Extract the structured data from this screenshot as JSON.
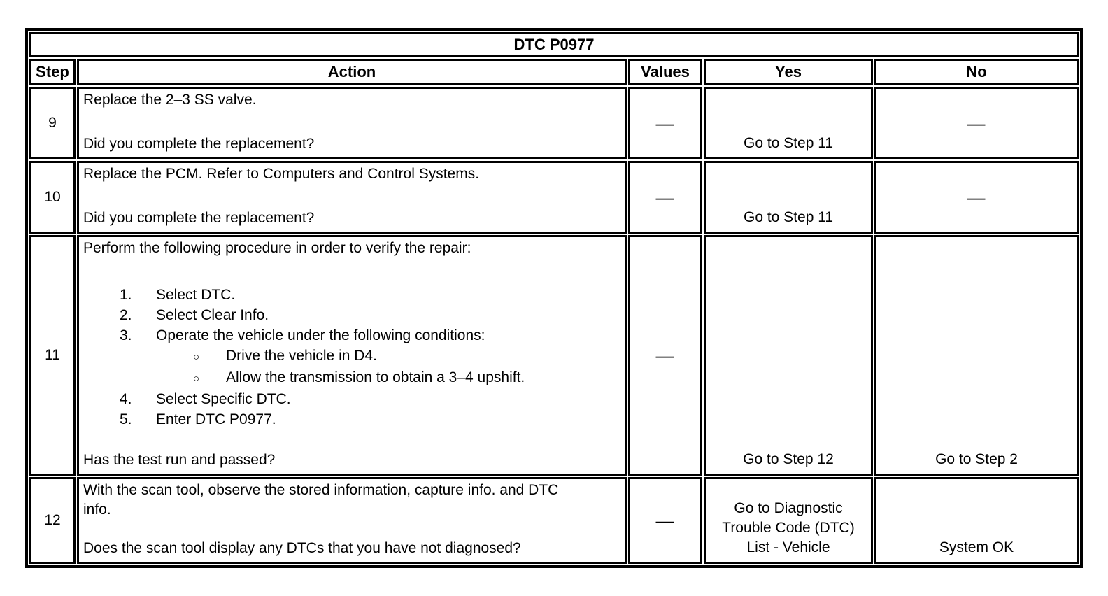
{
  "table": {
    "title": "DTC P0977",
    "columns": [
      "Step",
      "Action",
      "Values",
      "Yes",
      "No"
    ],
    "dash": "—",
    "rows": [
      {
        "step": "9",
        "action_main": "Replace the 2–3 SS valve.",
        "action_question": "Did you complete the replacement?",
        "values": "—",
        "yes": "Go to Step 11",
        "no": "—"
      },
      {
        "step": "10",
        "action_main": "Replace the PCM. Refer to Computers and Control Systems.",
        "action_question": "Did you complete the replacement?",
        "values": "—",
        "yes": "Go to Step 11",
        "no": "—"
      },
      {
        "step": "11",
        "action_main": "Perform the following procedure in order to verify the repair:",
        "action_list": [
          {
            "marker": "1.",
            "text": "Select DTC."
          },
          {
            "marker": "2.",
            "text": "Select Clear Info."
          },
          {
            "marker": "3.",
            "text": "Operate the vehicle under the following conditions:"
          },
          {
            "marker": "○",
            "text": "Drive the vehicle in D4.",
            "sub": true
          },
          {
            "marker": "○",
            "text": "Allow the transmission to obtain a 3–4 upshift.",
            "sub": true
          },
          {
            "marker": "4.",
            "text": "Select Specific DTC."
          },
          {
            "marker": "5.",
            "text": "Enter DTC P0977."
          }
        ],
        "action_question": "Has the test run and passed?",
        "values": "—",
        "yes": "Go to Step 12",
        "no": "Go to Step 2"
      },
      {
        "step": "12",
        "action_main": "With the scan tool, observe the stored information, capture info. and DTC info.",
        "action_question": "Does the scan tool display any DTCs that you have not diagnosed?",
        "values": "—",
        "yes": "Go to Diagnostic Trouble Code (DTC) List - Vehicle",
        "no": "System OK"
      }
    ]
  }
}
